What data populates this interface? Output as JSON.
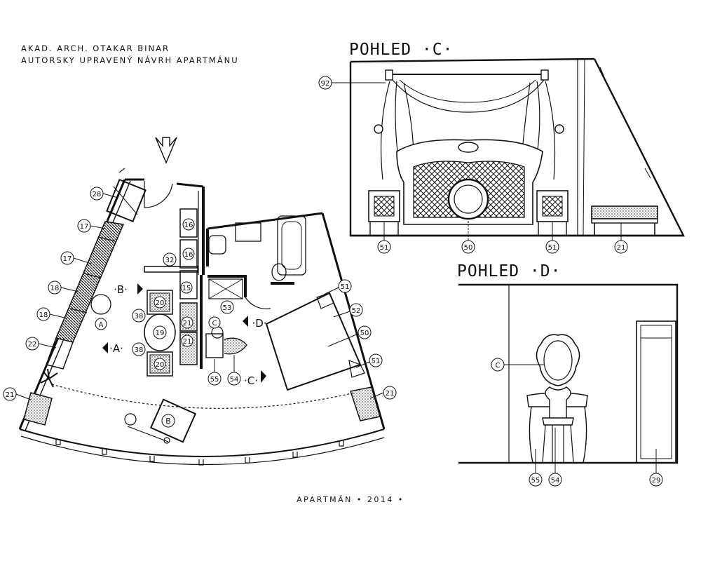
{
  "header": {
    "line1": "AKAD. ARCH. OTAKAR BINAR",
    "line2": "AUTORSKY UPRAVENÝ NÁVRH APARTMÁNU"
  },
  "footer": {
    "text": "APARTMÁN • 2014 •"
  },
  "views": {
    "c_title": "POHLED ·C·",
    "d_title": "POHLED ·D·"
  },
  "plan_tags": {
    "t28": "28",
    "t17a": "17",
    "t17b": "17",
    "t18a": "18",
    "t18b": "18",
    "t22": "22",
    "t21a": "21",
    "t21b": "21",
    "t16a": "16",
    "t16b": "16",
    "t32": "32",
    "t15": "15",
    "t38a": "38",
    "t38b": "38",
    "t20a": "20",
    "t20b": "20",
    "t19": "19",
    "t21c": "21",
    "t21d": "21",
    "t53": "53",
    "t51a": "51",
    "t52": "52",
    "t50": "50",
    "t51b": "51",
    "t55": "55",
    "t54": "54"
  },
  "plan_letters": {
    "a_circle": "A",
    "b_circle": "B",
    "c_circle": "C",
    "arrow_a": "·A·",
    "arrow_b": "·B·",
    "arrow_c": "·C·",
    "arrow_d": "·D·"
  },
  "elev_c_tags": {
    "t92": "92",
    "t51a": "51",
    "t50": "50",
    "t51b": "51",
    "t21": "21"
  },
  "elev_d_tags": {
    "tc": "C",
    "t55": "55",
    "t54": "54",
    "t29": "29"
  }
}
